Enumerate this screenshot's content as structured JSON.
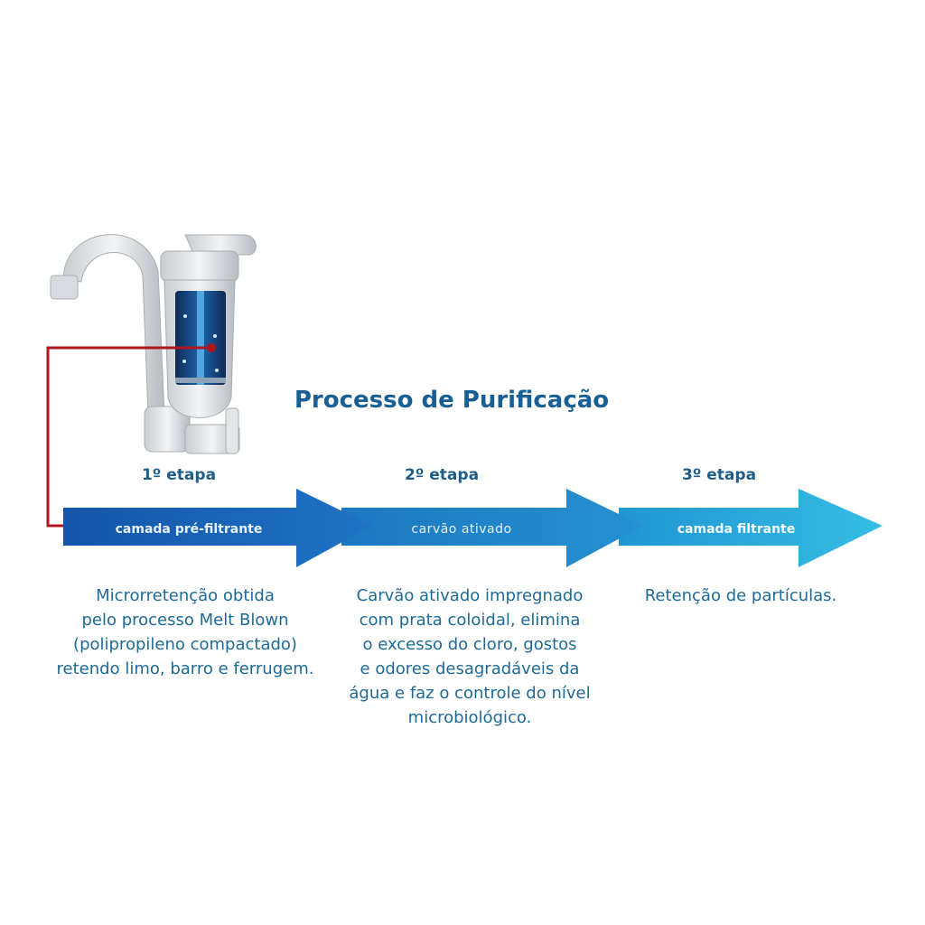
{
  "title": "Processo de Purificação",
  "stages": [
    {
      "step": "1º etapa",
      "band": "camada pré-filtrante",
      "description_lines": [
        "Microrretenção obtida",
        "pelo processo Melt Blown",
        "(polipropileno compactado)",
        "retendo limo, barro e ferrugem."
      ]
    },
    {
      "step": "2º etapa",
      "band": "carvão ativado",
      "description_lines": [
        "Carvão ativado impregnado",
        "com prata coloidal, elimina",
        "o excesso do cloro, gostos",
        "e odores desagradáveis da",
        "água e faz o controle do nível",
        "microbiológico."
      ]
    },
    {
      "step": "3º etapa",
      "band": "camada filtrante",
      "description_lines": [
        "Retenção de partículas."
      ]
    }
  ],
  "colors": {
    "title": "#1a5f93",
    "connector": "#b0161e",
    "arrow1": "#1b63b8",
    "arrow2": "#1f86c9",
    "arrow3": "#25a7d6"
  }
}
